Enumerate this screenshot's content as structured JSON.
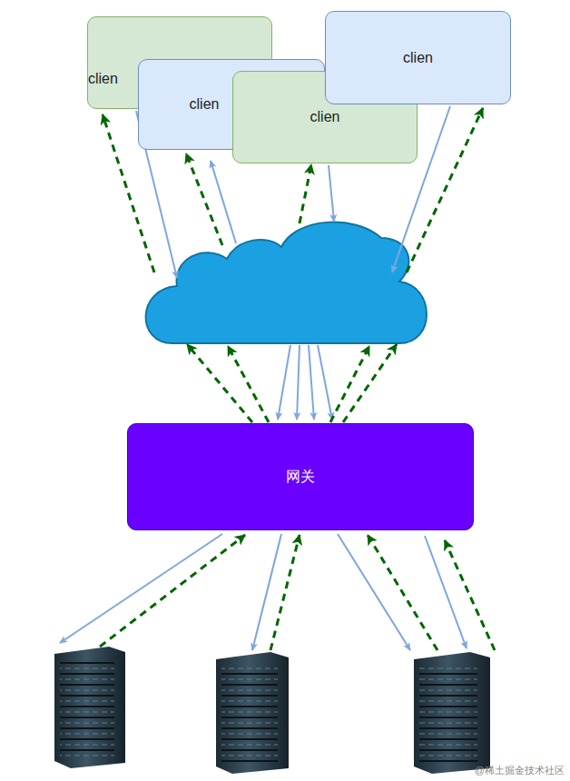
{
  "diagram": {
    "nodes": [
      {
        "text": [
          "clien"
        ]
      },
      {
        "text": [
          "clien"
        ]
      },
      {
        "text": [
          "clien"
        ]
      },
      {
        "text": [
          "clien"
        ]
      },
      {
        "text": [
          "网关"
        ]
      }
    ],
    "labels": [
      "@稀土掘金技术社区"
    ]
  }
}
